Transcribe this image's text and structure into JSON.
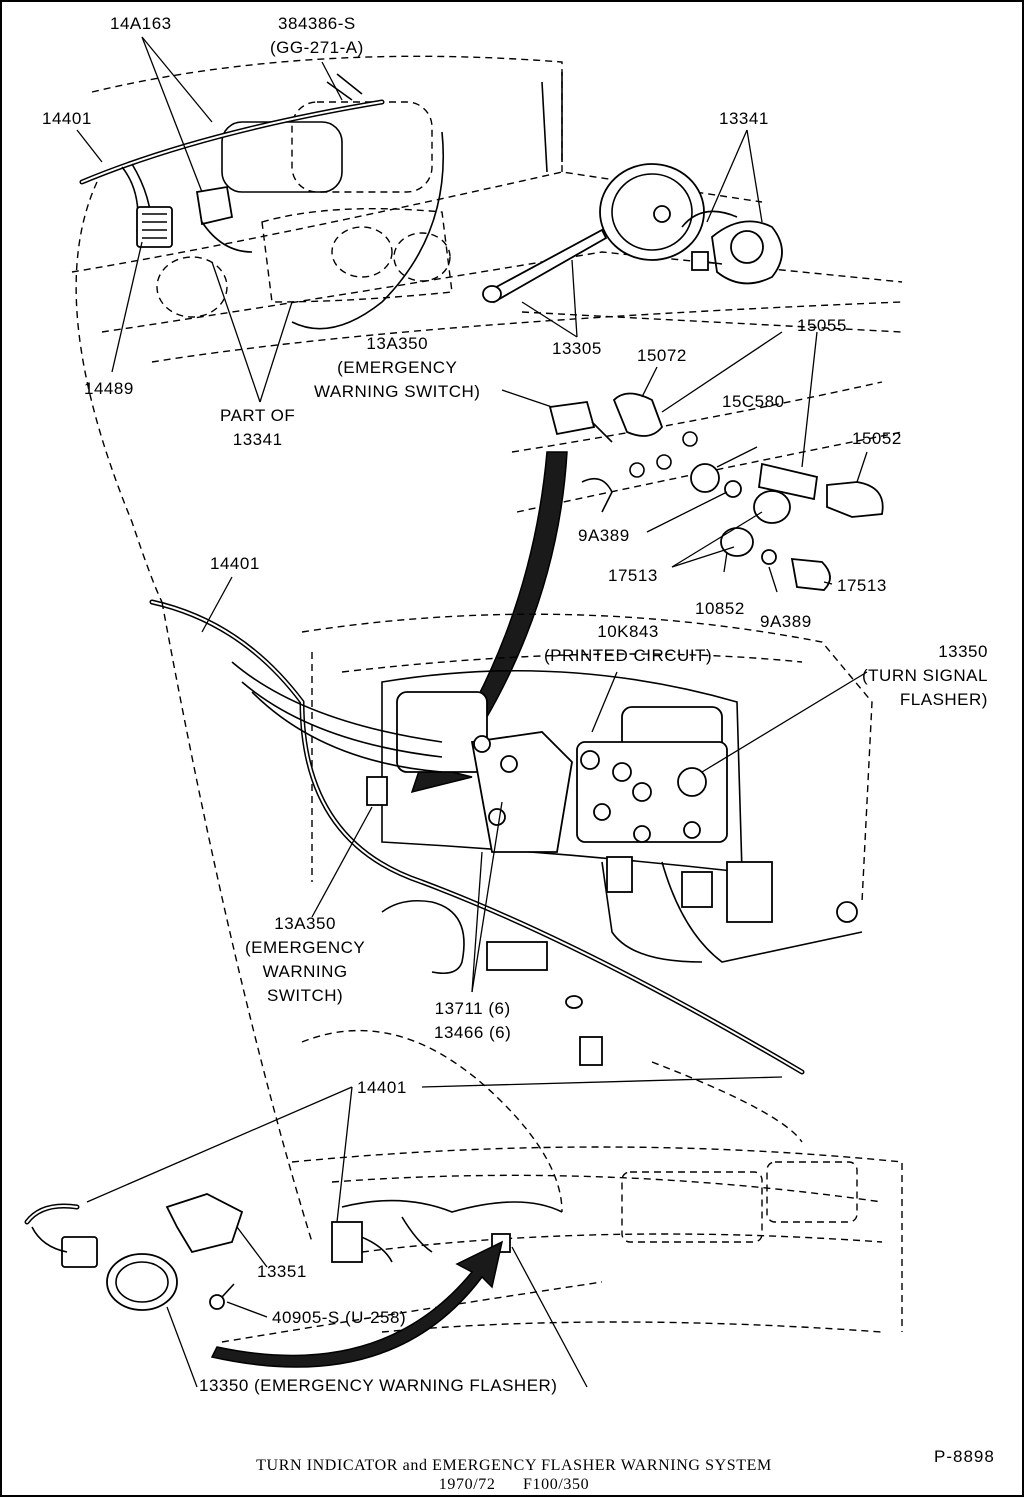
{
  "labels": {
    "l_14a163": "14A163",
    "l_384386": "384386-S\n(GG-271-A)",
    "l_14401_top": "14401",
    "l_13341_top": "13341",
    "l_14489": "14489",
    "l_part_of": "PART OF\n13341",
    "l_13305": "13305",
    "l_13a350_top": "13A350\n(EMERGENCY\nWARNING SWITCH)",
    "l_15072": "15072",
    "l_15055": "15055",
    "l_15c580": "15C580",
    "l_15052": "15052",
    "l_9a389_a": "9A389",
    "l_17513_a": "17513",
    "l_17513_b": "17513",
    "l_10852": "10852",
    "l_9a389_b": "9A389",
    "l_14401_mid": "14401",
    "l_10k843": "10K843\n(PRINTED CIRCUIT)",
    "l_13350_turn": "13350\n(TURN SIGNAL\nFLASHER)",
    "l_13a350_mid": "13A350\n(EMERGENCY\nWARNING\nSWITCH)",
    "l_13711": "13711 (6)\n13466 (6)",
    "l_14401_bot": "14401",
    "l_13351": "13351",
    "l_40905": "40905-S (U-258)",
    "l_13350_emerg": "13350 (EMERGENCY WARNING FLASHER)"
  },
  "plate_number": "P-8898",
  "caption": {
    "line1": "TURN INDICATOR and EMERGENCY FLASHER WARNING SYSTEM",
    "line2": "1970/72      F100/350"
  }
}
